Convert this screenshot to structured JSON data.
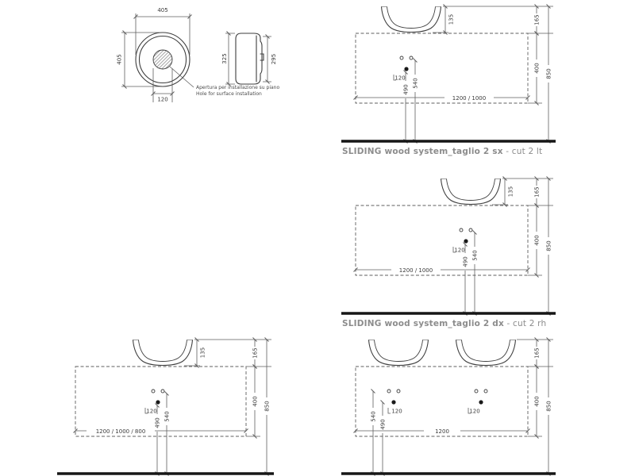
{
  "style": {
    "paper": "#ffffff",
    "ink": "#3e3e3e",
    "dim": "#5f5f5f",
    "text": "#3a3a3a",
    "caption": "#8c8c8c",
    "ground": "#161616"
  },
  "detail": {
    "top_width": "405",
    "top_height": "405",
    "hole_width": "120",
    "note_line1": "Apertura per installazione su piano",
    "note_line2": "Hole for surface installation",
    "side_height": "325",
    "side_inner_height": "295"
  },
  "cut2_sx": {
    "caption_bold": "SLIDING wood system_taglio 2 sx",
    "caption_rest": " - cut 2 lt",
    "basin_height": "135",
    "basin_above_top": "165",
    "cabinet_height": "400",
    "worktop_height": "850",
    "widths": "1200 / 1000",
    "hole_width": "120",
    "drain_height": "490",
    "supply_height": "540"
  },
  "cut2_dx": {
    "caption_bold": "SLIDING wood system_taglio 2 dx",
    "caption_rest": " - cut 2 rh",
    "basin_height": "135",
    "basin_above_top": "165",
    "cabinet_height": "400",
    "worktop_height": "850",
    "widths": "1200 / 1000",
    "hole_width": "120",
    "drain_height": "490",
    "supply_height": "540"
  },
  "single_center": {
    "basin_height": "135",
    "basin_above_top": "165",
    "cabinet_height": "400",
    "worktop_height": "850",
    "widths": "1200 / 1000 / 800",
    "hole_width": "120",
    "drain_height": "490",
    "supply_height": "540"
  },
  "double": {
    "basin_above_top": "165",
    "cabinet_height": "400",
    "worktop_height": "850",
    "widths": "1200",
    "hole_width_left": "120",
    "hole_width_right": "120",
    "drain_height": "490",
    "supply_height": "540"
  }
}
